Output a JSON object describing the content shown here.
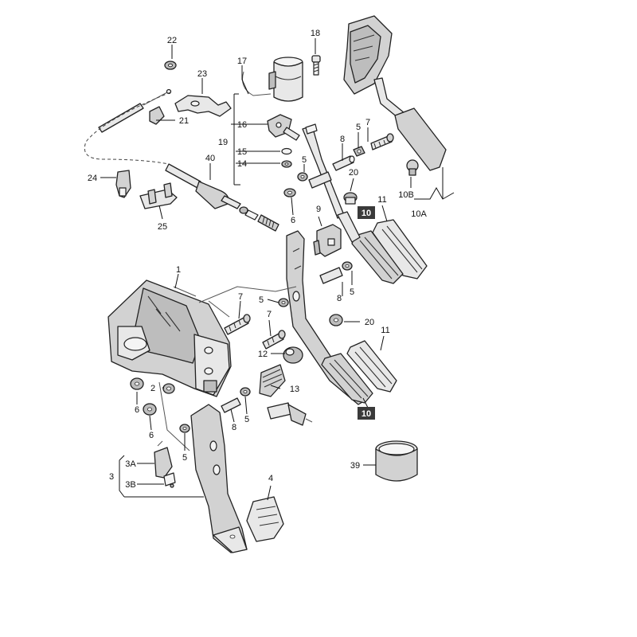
{
  "callouts": {
    "c1": "1",
    "c2": "2",
    "c3": "3",
    "c3a": "3A",
    "c3b": "3B",
    "c4": "4",
    "c5": "5",
    "c6": "6",
    "c7": "7",
    "c8": "8",
    "c9": "9",
    "c10": "10",
    "c10a": "10A",
    "c10b": "10B",
    "c11": "11",
    "c12": "12",
    "c13": "13",
    "c14": "14",
    "c15": "15",
    "c16": "16",
    "c17": "17",
    "c18": "18",
    "c19": "19",
    "c20": "20",
    "c21": "21",
    "c22": "22",
    "c23": "23",
    "c24": "24",
    "c25": "25",
    "c39": "39",
    "c40": "40"
  }
}
